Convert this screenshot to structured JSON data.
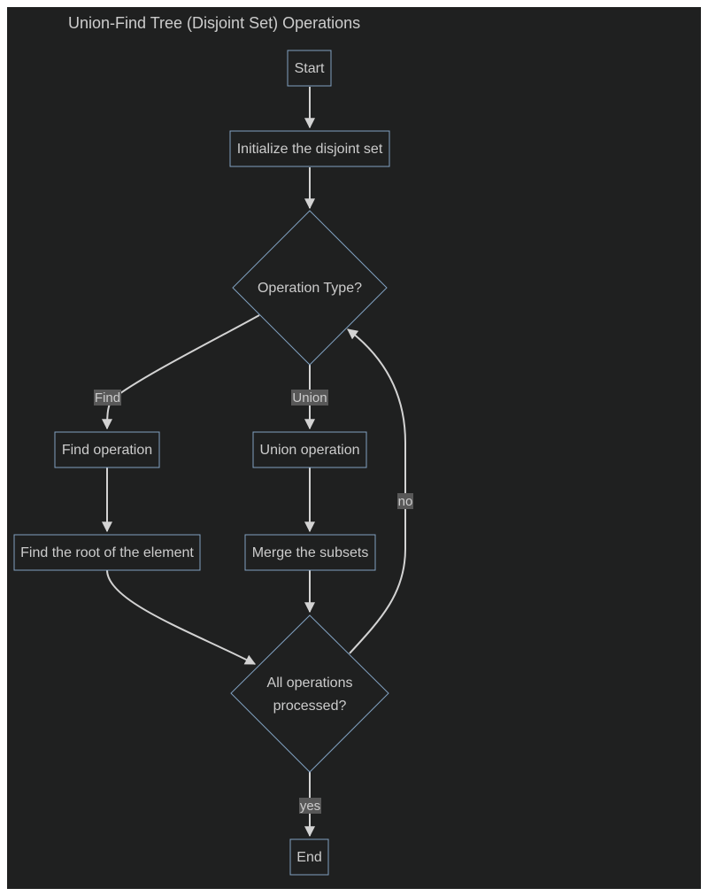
{
  "diagram": {
    "title": "Union-Find Tree (Disjoint Set) Operations",
    "nodes": {
      "start": "Start",
      "init": "Initialize the disjoint set",
      "op_type": "Operation Type?",
      "find_op": "Find operation",
      "union_op": "Union operation",
      "find_root": "Find the root of the element",
      "merge": "Merge the subsets",
      "all_processed_line1": "All operations",
      "all_processed_line2": "processed?",
      "end": "End"
    },
    "edge_labels": {
      "find": "Find",
      "union": "Union",
      "no": "no",
      "yes": "yes"
    },
    "colors": {
      "background": "#1f2020",
      "node_stroke": "#81a1c1",
      "text": "#cccccc",
      "edge": "#d3d3d3",
      "label_bg": "#585858"
    }
  }
}
